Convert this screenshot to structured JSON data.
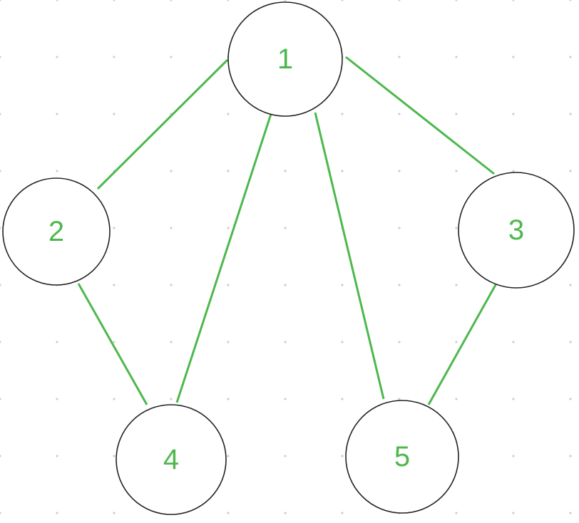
{
  "colors": {
    "edge": "#4db84d",
    "label": "#4db84d",
    "node_stroke": "#222222",
    "grid_dot": "#cfcfcf",
    "background": "#ffffff"
  },
  "graph": {
    "nodes": [
      {
        "id": "1",
        "label": "1"
      },
      {
        "id": "2",
        "label": "2"
      },
      {
        "id": "3",
        "label": "3"
      },
      {
        "id": "4",
        "label": "4"
      },
      {
        "id": "5",
        "label": "5"
      }
    ],
    "edges": [
      {
        "from": "1",
        "to": "2"
      },
      {
        "from": "1",
        "to": "3"
      },
      {
        "from": "1",
        "to": "4"
      },
      {
        "from": "1",
        "to": "5"
      },
      {
        "from": "2",
        "to": "4"
      },
      {
        "from": "3",
        "to": "5"
      }
    ]
  }
}
